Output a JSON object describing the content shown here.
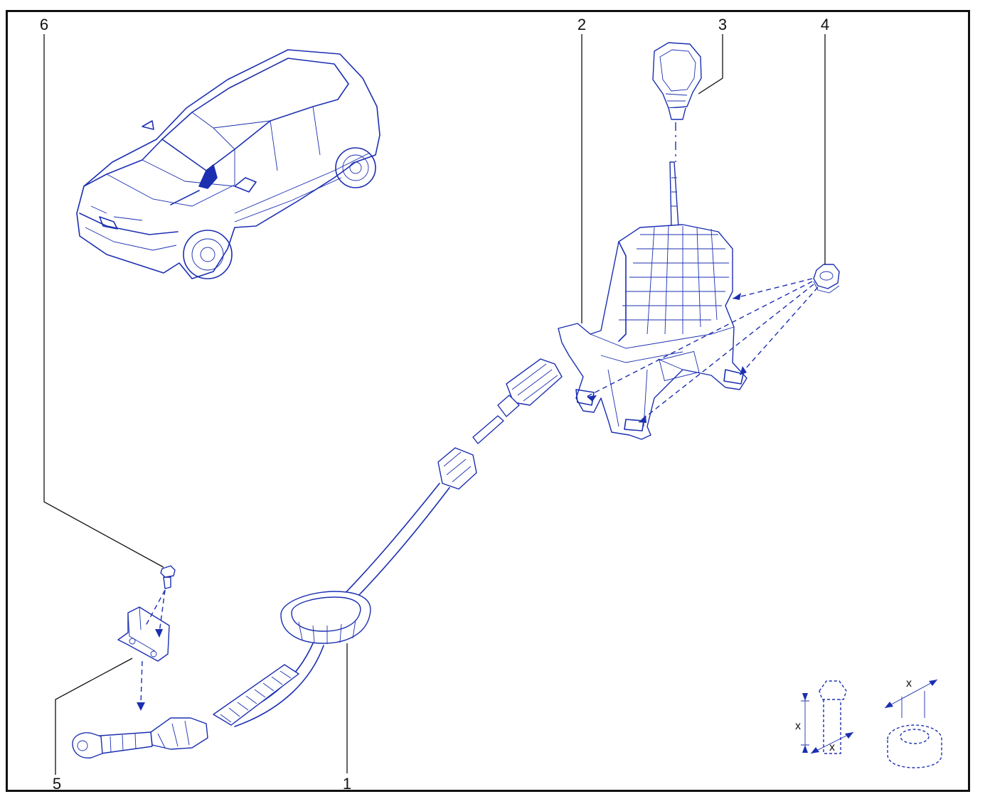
{
  "diagram": {
    "callouts": [
      {
        "id": "1",
        "label": "1",
        "part": "gear-shift-cable"
      },
      {
        "id": "2",
        "label": "2",
        "part": "gear-lever-housing"
      },
      {
        "id": "3",
        "label": "3",
        "part": "gear-knob"
      },
      {
        "id": "4",
        "label": "4",
        "part": "flange-nut"
      },
      {
        "id": "5",
        "label": "5",
        "part": "cable-bracket"
      },
      {
        "id": "6",
        "label": "6",
        "part": "bolt"
      }
    ],
    "dimension_labels": {
      "bolt_length": "x",
      "bolt_thread": "x",
      "nut_size": "x"
    },
    "colors": {
      "line_art": "#1b2fb0",
      "callout_lines": "#111111",
      "frame": "#111111",
      "background": "#ffffff"
    }
  }
}
